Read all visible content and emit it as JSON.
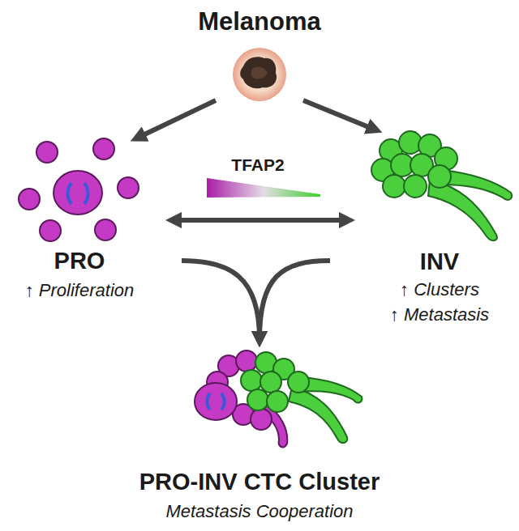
{
  "diagram": {
    "nodes": [
      {
        "text": [
          "Melanoma"
        ]
      },
      {
        "text": [
          "PRO",
          "↑ Proliferation"
        ]
      },
      {
        "text": [
          "INV",
          "↑ Clusters",
          "↑ Metastasis"
        ]
      },
      {
        "text": [
          "PRO-INV CTC Cluster",
          "Metastasis Cooperation"
        ]
      }
    ],
    "edges": [
      {
        "from": 0,
        "to": 1,
        "arrow": "to"
      },
      {
        "from": 0,
        "to": 2,
        "arrow": "to"
      },
      {
        "from": 1,
        "to": 2,
        "label": "TFAP2",
        "arrow": "both"
      },
      {
        "from": 1,
        "to": 3,
        "arrow": "to"
      },
      {
        "from": 2,
        "to": 3,
        "arrow": "to"
      }
    ]
  }
}
